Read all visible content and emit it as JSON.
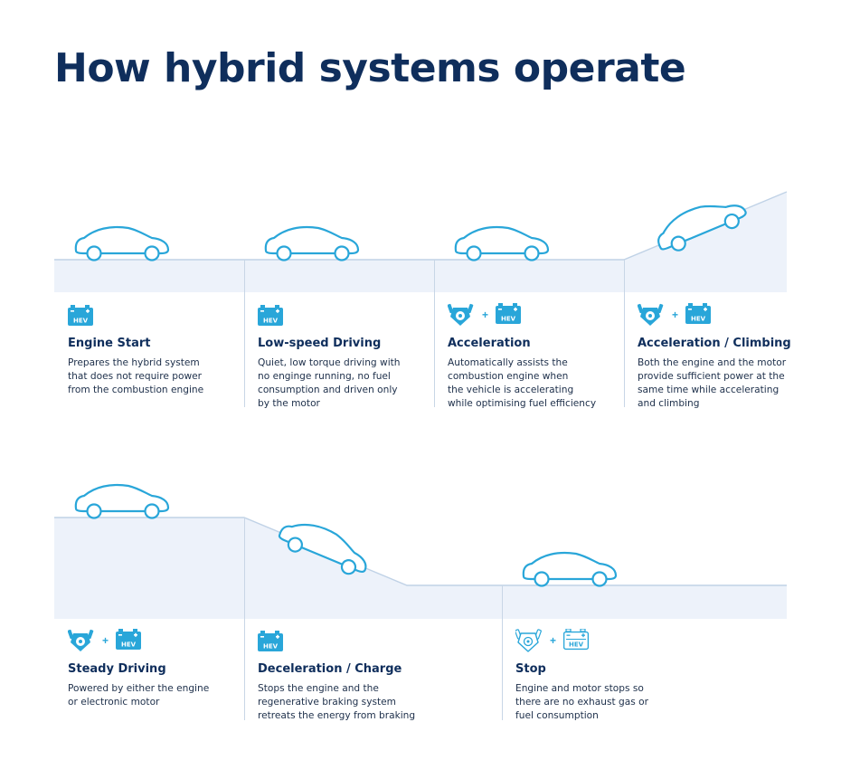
{
  "title": "How hybrid systems operate",
  "colors": {
    "navy": "#0f2e5c",
    "accent": "#29a6d9",
    "road_fill": "#edf2fa",
    "road_line": "#c0d2e6"
  },
  "icons": {
    "battery": "hev-battery-icon",
    "engine": "engine-icon"
  },
  "battery_label": "HEV",
  "steps": [
    {
      "title": "Engine Start",
      "desc": [
        "Prepares the hybrid system",
        "that does not require power",
        "from the combustion engine"
      ]
    },
    {
      "title": "Low-speed Driving",
      "desc": [
        "Quiet, low torque driving with",
        "no enginge running, no fuel",
        "consumption and driven only",
        "by the motor"
      ]
    },
    {
      "title": "Acceleration",
      "desc": [
        "Automatically assists the",
        "combustion engine when",
        "the vehicle is accelerating",
        "while optimising fuel efficiency"
      ]
    },
    {
      "title": "Acceleration / Climbing",
      "desc": [
        "Both the engine and the motor",
        "provide sufficient power at the",
        "same time while accelerating",
        "and climbing"
      ]
    },
    {
      "title": "Steady Driving",
      "desc": [
        "Powered by either the engine",
        "or electronic motor"
      ]
    },
    {
      "title": "Deceleration / Charge",
      "desc": [
        "Stops the engine and the",
        "regenerative braking system",
        "retreats the energy from braking"
      ]
    },
    {
      "title": "Stop",
      "desc": [
        "Engine and motor stops so",
        "there are no exhaust gas or",
        "fuel consumption"
      ]
    }
  ]
}
